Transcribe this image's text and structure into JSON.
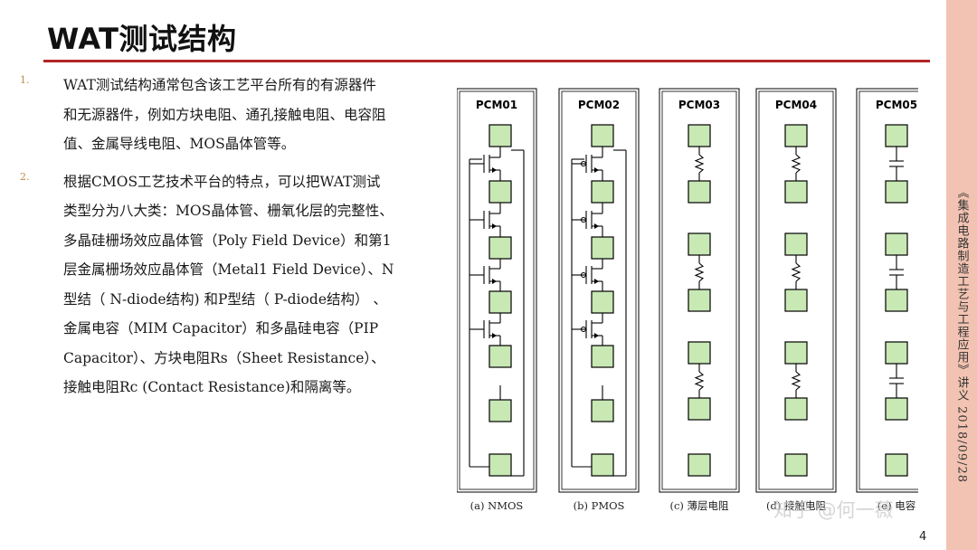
{
  "slide": {
    "title": "WAT测试结构",
    "page_number": "4",
    "side_note": "《集成电路制造工艺与工程应用》讲义   2018/09/28",
    "watermark": "知乎 @何一薇"
  },
  "body": {
    "items": [
      {
        "num": "1.",
        "text": "WAT测试结构通常包含该工艺平台所有的有源器件\n和无源器件，例如方块电阻、通孔接触电阻、电容阻\n值、金属导线电阻、MOS晶体管等。"
      },
      {
        "num": "2.",
        "text": "根据CMOS工艺技术平台的特点，可以把WAT测试\n类型分为八大类：MOS晶体管、栅氧化层的完整性、\n多晶硅栅场效应晶体管（Poly Field Device）和第1\n层金属栅场效应晶体管（Metal1 Field Device）、N\n型结（ N-diode结构) 和P型结（ P-diode结构） 、\n金属电容（MIM Capacitor）和多晶硅电容（PIP\nCapacitor）、方块电阻Rs（Sheet Resistance）、\n接触电阻Rc (Contact Resistance)和隔离等。"
      }
    ]
  },
  "figure": {
    "pad_color": "#c8e8b4",
    "structures": [
      {
        "label": "PCM01",
        "caption": "(a)  NMOS",
        "kind": "nmos"
      },
      {
        "label": "PCM02",
        "caption": "(b)  PMOS",
        "kind": "pmos"
      },
      {
        "label": "PCM03",
        "caption": "(c)  薄层电阻",
        "kind": "resistor"
      },
      {
        "label": "PCM04",
        "caption": "(d)  接触电阻",
        "kind": "resistor"
      },
      {
        "label": "PCM05",
        "caption": "(e)  电容",
        "kind": "capacitor"
      }
    ]
  }
}
